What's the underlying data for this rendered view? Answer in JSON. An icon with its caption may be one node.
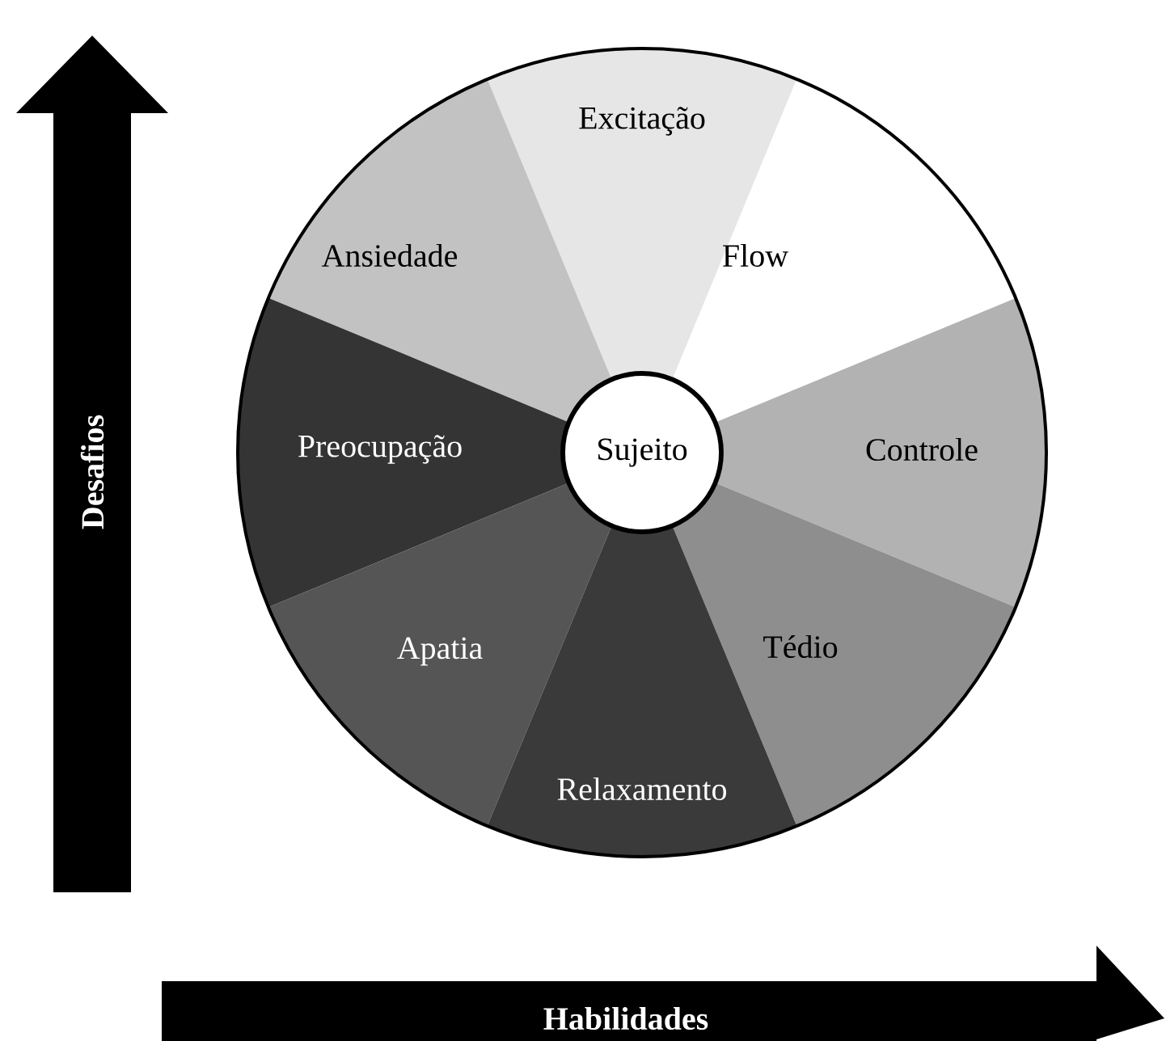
{
  "diagram": {
    "nodes": [
      {
        "text": [
          "Excitação"
        ]
      },
      {
        "text": [
          "Ansiedade"
        ]
      },
      {
        "text": [
          "Flow"
        ]
      },
      {
        "text": [
          "Preocupação"
        ]
      },
      {
        "text": [
          "Sujeito"
        ]
      },
      {
        "text": [
          "Controle"
        ]
      },
      {
        "text": [
          "Apatia"
        ]
      },
      {
        "text": [
          "Tédio"
        ]
      },
      {
        "text": [
          "Relaxamento"
        ]
      }
    ],
    "labels": [
      "Desafios",
      "Habilidades"
    ]
  }
}
